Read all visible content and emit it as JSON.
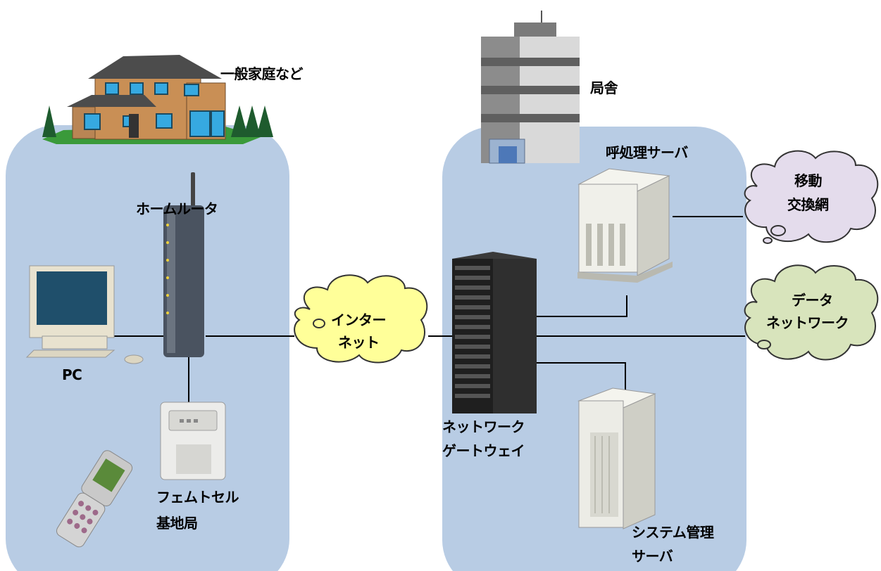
{
  "labels": {
    "home": "一般家庭など",
    "office": "局舎",
    "home_router": "ホームルータ",
    "pc": "PC",
    "femtocell_1": "フェムトセル",
    "femtocell_2": "基地局",
    "internet_1": "インター",
    "internet_2": "ネット",
    "gateway_1": "ネットワーク",
    "gateway_2": "ゲートウェイ",
    "call_server": "呼処理サーバ",
    "mobile_1": "移動",
    "mobile_2": "交換網",
    "data_1": "データ",
    "data_2": "ネットワーク",
    "sysmgmt_1": "システム管理",
    "sysmgmt_2": "サーバ"
  },
  "colors": {
    "zone": "#b8cce4",
    "internet_cloud": "#ffff99",
    "mobile_cloud": "#e4dcec",
    "data_cloud": "#d8e4bc",
    "line": "#000000"
  }
}
